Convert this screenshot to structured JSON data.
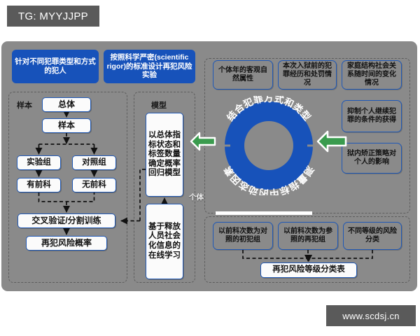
{
  "watermarks": {
    "top": "TG: MYYJJPP",
    "bottom": "www.scdsj.cn"
  },
  "colors": {
    "canvas_gray": "#8a8a8a",
    "accent_blue": "#1752ba",
    "box_border_blue": "#1f58b6",
    "arrow_green": "#3a9b4e",
    "watermark_gray": "#5a5a5a"
  },
  "headers": [
    {
      "label": "针对不同犯罪类型和方式的犯人"
    },
    {
      "label": "按照科学严密(scientific rigor)的标准设计再犯风险实验"
    }
  ],
  "sample_panel": {
    "title": "样本",
    "boxes": {
      "population": "总体",
      "sample": "样本",
      "experiment_group": "实验组",
      "control_group": "对照组",
      "has_record": "有前科",
      "no_record": "无前科",
      "cross_validation": "交叉验证/分割训练",
      "recidivism_probability": "再犯风险概率"
    }
  },
  "model_panel": {
    "title": "模型",
    "boxes": {
      "regression": "以总体指标状态和标签数量确定概率回归模型",
      "online_learning": "基于释放人员社会化信息的在线学习"
    }
  },
  "factor_panel": {
    "boxes": [
      "个体年的客观自然属性",
      "本次入狱前的犯罪经历和处罚情况",
      "家庭结构社会关系随时间的变化情况",
      "抑制个人继续犯罪的条件的获得",
      "狱内矫正策略对个人的影响"
    ],
    "donut": {
      "top_arc_text": "结合犯罪方式和类型",
      "bottom_arc_text": "测量指标中的动态因素"
    },
    "individual_label": "个体"
  },
  "group_panel": {
    "boxes": [
      "以前科次数为对照的初犯组",
      "以前科次数为参照的再犯组",
      "不同等级的风险分类"
    ],
    "summary": "再犯风险等级分类表"
  },
  "arrows": {
    "left_arrow_icon": "arrow-left-green",
    "flow_arrow_icon": "arrow-down-dashed"
  }
}
